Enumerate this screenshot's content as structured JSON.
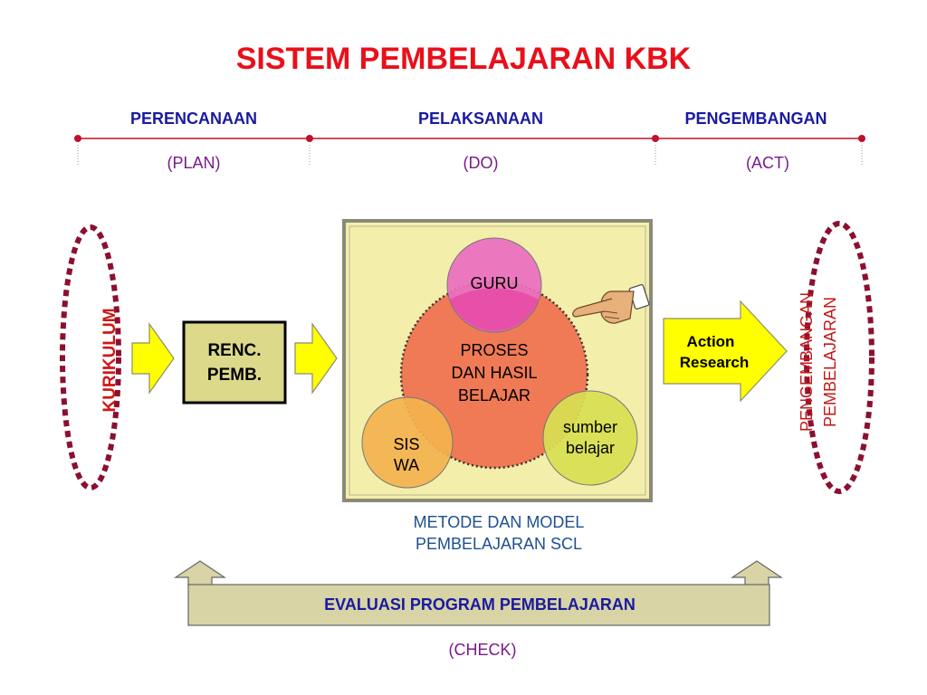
{
  "title": "SISTEM PEMBELAJARAN KBK",
  "phases": [
    {
      "label": "PERENCANAAN",
      "paren": "(PLAN)"
    },
    {
      "label": "PELAKSANAAN",
      "paren": "(DO)"
    },
    {
      "label": "PENGEMBANGAN",
      "paren": "(ACT)"
    }
  ],
  "left_oval": {
    "label": "KURIKULUM"
  },
  "renc_box": {
    "line1": "RENC.",
    "line2": "PEMB."
  },
  "circles": {
    "guru": "GURU",
    "proses": {
      "line1": "PROSES",
      "line2": "DAN HASIL",
      "line3": "BELAJAR"
    },
    "siswa": {
      "line1": "SIS",
      "line2": "WA"
    },
    "sumber": {
      "line1": "sumber",
      "line2": "belajar"
    }
  },
  "method_caption": {
    "line1": "METODE DAN MODEL",
    "line2": "PEMBELAJARAN SCL"
  },
  "action_arrow": {
    "line1": "Action",
    "line2": "Research"
  },
  "right_oval": {
    "line1": "PENGEMBANGAN",
    "line2": "PEMBELAJARAN"
  },
  "evaluation": {
    "label": "EVALUASI PROGRAM PEMBELAJARAN",
    "paren": "(CHECK)"
  },
  "colors": {
    "title": "#e8101a",
    "phase": "#1a1aa0",
    "paren": "#7a1a8a",
    "timeline": "#c0102a",
    "arrow_fill": "#ffff00",
    "box_fill": "#ddd98a",
    "panel_fill": "#f3eeaa",
    "guru": "#ea6fc0",
    "proses": "#f07a55",
    "siswa": "#f4b24e",
    "sumber": "#d8df52",
    "oval": "#8b1030",
    "eval_fill": "#d8d4a6"
  }
}
